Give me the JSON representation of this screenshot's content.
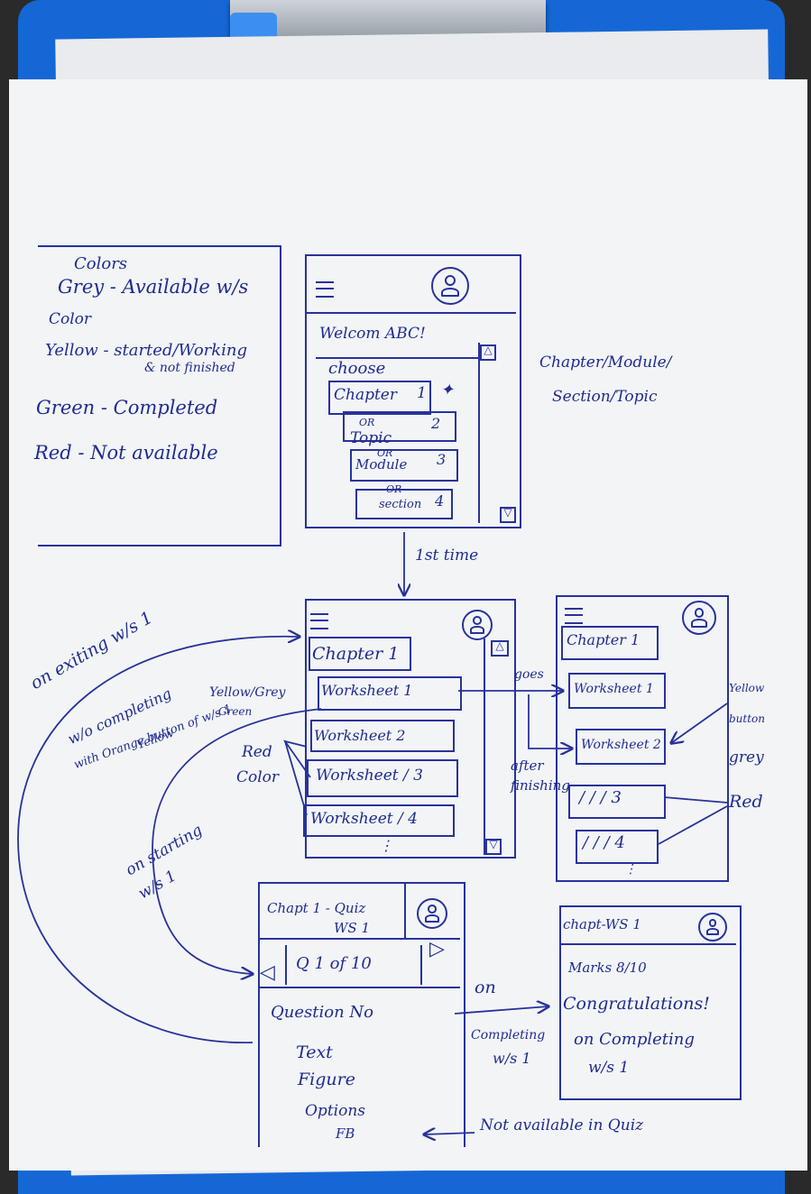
{
  "legend": {
    "heading": "Colors",
    "grey": "Grey - Available w/s",
    "color": "Color",
    "yellow_1": "Yellow - started/Working",
    "yellow_2": "& not finished",
    "green": "Green - Completed",
    "red": "Red - Not available"
  },
  "screen1": {
    "welcome": "Welcom ABC!",
    "choose": "choose",
    "rows": [
      {
        "label": "Chapter",
        "num": "1"
      },
      {
        "label": "Topic",
        "num": "2"
      },
      {
        "label": "Module",
        "num": "3"
      },
      {
        "label": "section",
        "num": "4"
      }
    ],
    "or_1": "OR",
    "or_2": "OR",
    "or_3": "OR",
    "side_note_1": "Chapter/Module/",
    "side_note_2": "Section/Topic",
    "transition": "1st time"
  },
  "screen2": {
    "chapter": "Chapter 1",
    "worksheets": [
      "Worksheet 1",
      "Worksheet 2",
      "Worksheet / 3",
      "Worksheet / 4"
    ],
    "more": "⋮",
    "red_label_1": "Red",
    "red_label_2": "Color",
    "yellow_grey": "Yellow/Grey",
    "green": "Green"
  },
  "screen3": {
    "chapter": "Chapter 1",
    "worksheets": [
      "Worksheet 1",
      "Worksheet 2",
      "/ / / 3",
      "/ / / 4"
    ],
    "more": "⋮",
    "goes": "goes",
    "after_1": "after",
    "after_2": "finishing",
    "right_note_1": "Yellow",
    "right_note_2": "button",
    "right_note_3": "grey",
    "red": "Red"
  },
  "notes": {
    "exit_1": "on exiting w/s 1",
    "exit_2": "w/o completing",
    "exit_3": "with Orange button of w/s 1",
    "exit_4": "Yellow",
    "start_1": "on starting",
    "start_2": "w/s 1"
  },
  "screen4": {
    "title_1": "Chapt 1 - Quiz",
    "title_2": "WS 1",
    "progress": "Q 1 of 10",
    "body": [
      "Question No",
      "Text",
      "Figure",
      "Options",
      "FB"
    ],
    "on": "on",
    "completing_1": "Completing",
    "completing_2": "w/s 1",
    "not_available": "Not available in Quiz"
  },
  "screen5": {
    "title": "chapt-WS 1",
    "marks": "Marks 8/10",
    "congrats": "Congratulations!",
    "completing": "on Completing",
    "ws": "w/s 1"
  }
}
